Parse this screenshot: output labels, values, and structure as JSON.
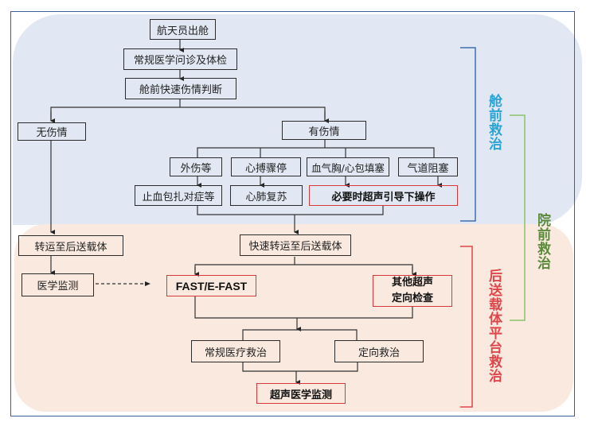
{
  "colors": {
    "frame": "#3f5f96",
    "pre_cabin_zone": "#e1e8f3",
    "post_transport_zone": "#f9e9df",
    "pre_cabin_label": "#2aa3d6",
    "pre_hospital_label": "#5a8a3a",
    "post_transport_label": "#e0454a",
    "highlight_border": "#d9383a"
  },
  "nodes": {
    "exit_cabin": "航天员出舱",
    "routine_exam": "常规医学问诊及体检",
    "rapid_assessment": "舱前快速伤情判断",
    "no_injury": "无伤情",
    "injury": "有伤情",
    "trauma": "外伤等",
    "cardiac_arrest": "心搏骤停",
    "pneumothorax": "血气胸/心包填塞",
    "airway_obstruction": "气道阻塞",
    "hemostasis": "止血包扎对症等",
    "cpr": "心肺复苏",
    "ultrasound_guided": "必要时超声引导下操作",
    "transfer_vehicle": "转运至后送载体",
    "rapid_transfer": "快速转运至后送载体",
    "medical_monitoring": "医学监测",
    "fast": "FAST/E-FAST",
    "other_ultrasound_line1": "其他超声",
    "other_ultrasound_line2": "定向检查",
    "routine_treatment": "常规医疗救治",
    "targeted_treatment": "定向救治",
    "ultrasound_monitoring": "超声医学监测"
  },
  "labels": {
    "pre_cabin": "舱前救治",
    "pre_hospital": "院前救治",
    "post_transport": "后送载体平台救治"
  }
}
